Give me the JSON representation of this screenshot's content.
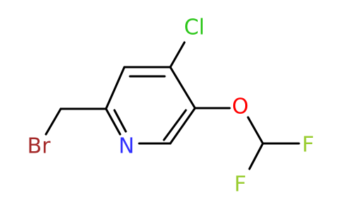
{
  "molecule": {
    "atoms": {
      "cl": {
        "label": "Cl",
        "color": "#2fc71d"
      },
      "br": {
        "label": "Br",
        "color": "#a52a2a"
      },
      "n": {
        "label": "N",
        "color": "#3333ff"
      },
      "o": {
        "label": "O",
        "color": "#ff0000"
      },
      "f1": {
        "label": "F",
        "color": "#9acd32"
      },
      "f2": {
        "label": "F",
        "color": "#9acd32"
      }
    },
    "bond_color": "#000000",
    "background": "#ffffff"
  }
}
